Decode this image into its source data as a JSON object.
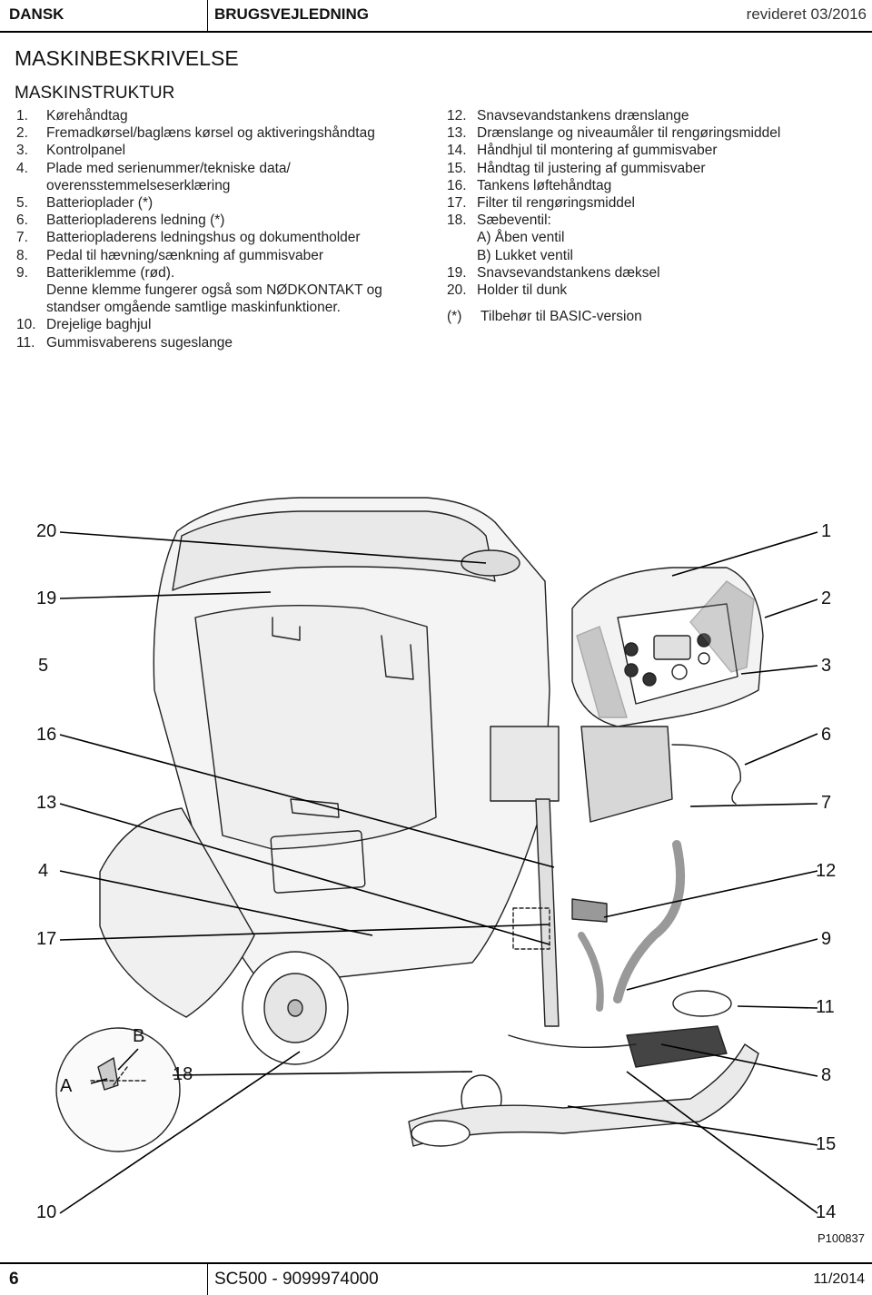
{
  "header": {
    "language": "DANSK",
    "doc_type": "BRUGSVEJLEDNING",
    "revision": "revideret 03/2016"
  },
  "title": "MASKINBESKRIVELSE",
  "subtitle": "MASKINSTRUKTUR",
  "left_items": [
    {
      "num": "1.",
      "text": "Kørehåndtag"
    },
    {
      "num": "2.",
      "text": "Fremadkørsel/baglæns kørsel og aktiveringshåndtag"
    },
    {
      "num": "3.",
      "text": "Kontrolpanel"
    },
    {
      "num": "4.",
      "text": "Plade med serienummer/tekniske data/"
    },
    {
      "num": "",
      "text": "overensstemmelseserklæring"
    },
    {
      "num": "5.",
      "text": "Batterioplader (*)"
    },
    {
      "num": "6.",
      "text": "Batteriopladerens ledning (*)"
    },
    {
      "num": "7.",
      "text": "Batteriopladerens ledningshus og dokumentholder"
    },
    {
      "num": "8.",
      "text": "Pedal til hævning/sænkning af gummisvaber"
    },
    {
      "num": "9.",
      "text": "Batteriklemme (rød)."
    },
    {
      "num": "",
      "text": "Denne klemme fungerer også som NØDKONTAKT og"
    },
    {
      "num": "",
      "text": "standser omgående samtlige maskinfunktioner."
    },
    {
      "num": "10.",
      "text": "Drejelige baghjul"
    },
    {
      "num": "11.",
      "text": "Gummisvaberens sugeslange"
    }
  ],
  "right_items": [
    {
      "num": "12.",
      "text": "Snavsevandstankens drænslange"
    },
    {
      "num": "13.",
      "text": "Drænslange og niveaumåler til rengøringsmiddel"
    },
    {
      "num": "14.",
      "text": "Håndhjul til montering af gummisvaber"
    },
    {
      "num": "15.",
      "text": "Håndtag til justering af gummisvaber"
    },
    {
      "num": "16.",
      "text": "Tankens løftehåndtag"
    },
    {
      "num": "17.",
      "text": "Filter til rengøringsmiddel"
    },
    {
      "num": "18.",
      "text": "Sæbeventil:"
    },
    {
      "num": "",
      "text": "A) Åben ventil"
    },
    {
      "num": "",
      "text": "B) Lukket ventil"
    },
    {
      "num": "19.",
      "text": "Snavsevandstankens dæksel"
    },
    {
      "num": "20.",
      "text": "Holder til dunk"
    }
  ],
  "footnote": {
    "num": "(*)",
    "text": "Tilbehør til BASIC-version"
  },
  "figure": {
    "callouts": {
      "l20": "20",
      "l19": "19",
      "l5": "5",
      "l16": "16",
      "l13": "13",
      "l4": "4",
      "l17": "17",
      "l10": "10",
      "r1": "1",
      "r2": "2",
      "r3": "3",
      "r6": "6",
      "r7": "7",
      "r12": "12",
      "r9": "9",
      "r11": "11",
      "r8": "8",
      "r15": "15",
      "r14": "14",
      "inset_a": "A",
      "inset_b": "B",
      "inset_18": "18"
    },
    "product_code": "P100837"
  },
  "footer": {
    "page": "6",
    "model": "SC500 - 9099974000",
    "date": "11/2014"
  }
}
